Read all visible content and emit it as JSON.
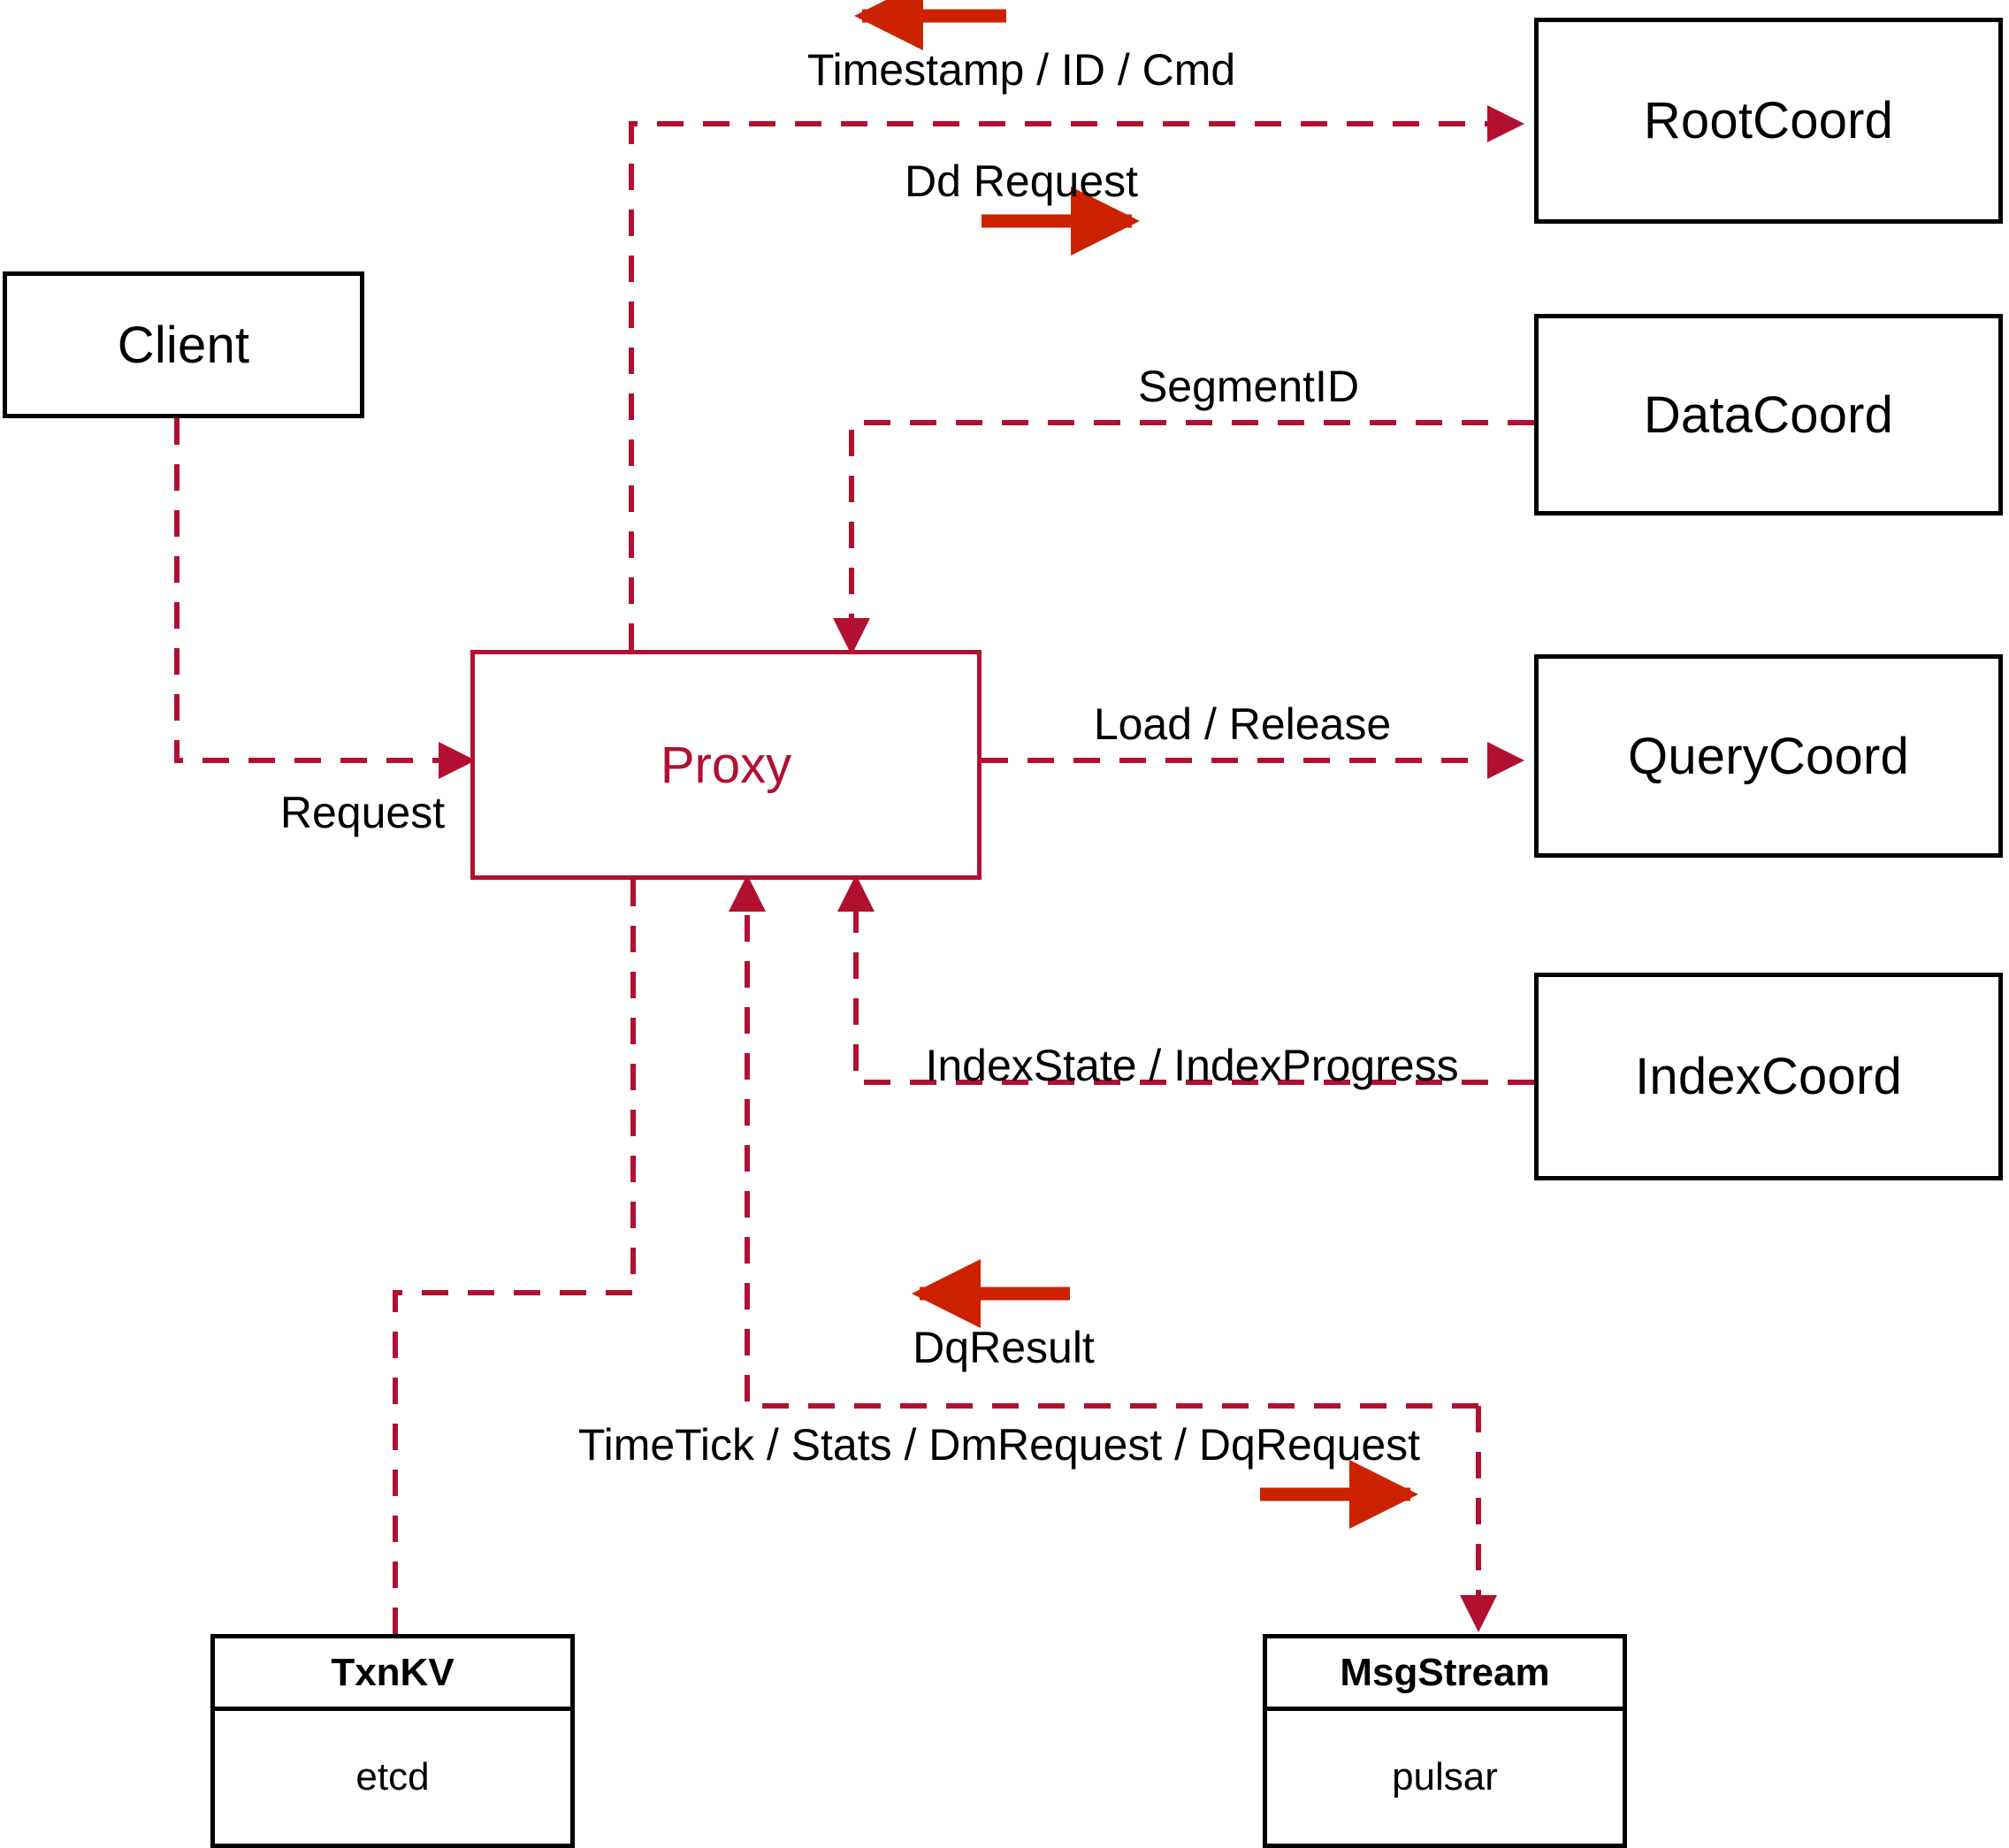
{
  "diagram": {
    "title": "Milvus Proxy interaction diagram",
    "colors": {
      "accent_red": "#b21030",
      "arrow_red": "#cc2200",
      "node_border": "#000000",
      "background": "#ffffff"
    },
    "nodes": {
      "client": {
        "label": "Client"
      },
      "proxy": {
        "label": "Proxy"
      },
      "root_coord": {
        "label": "RootCoord"
      },
      "data_coord": {
        "label": "DataCoord"
      },
      "query_coord": {
        "label": "QueryCoord"
      },
      "index_coord": {
        "label": "IndexCoord"
      },
      "txnkv": {
        "header": "TxnKV",
        "body": "etcd"
      },
      "msgstream": {
        "header": "MsgStream",
        "body": "pulsar"
      }
    },
    "edge_labels": {
      "timestamp_id_cmd": "Timestamp / ID / Cmd",
      "dd_request": "Dd Request",
      "segment_id": "SegmentID",
      "request": "Request",
      "load_release": "Load / Release",
      "index_state_progress": "IndexState / IndexProgress",
      "dq_result": "DqResult",
      "timetick_stats": "TimeTick / Stats / DmRequest / DqRequest"
    }
  }
}
